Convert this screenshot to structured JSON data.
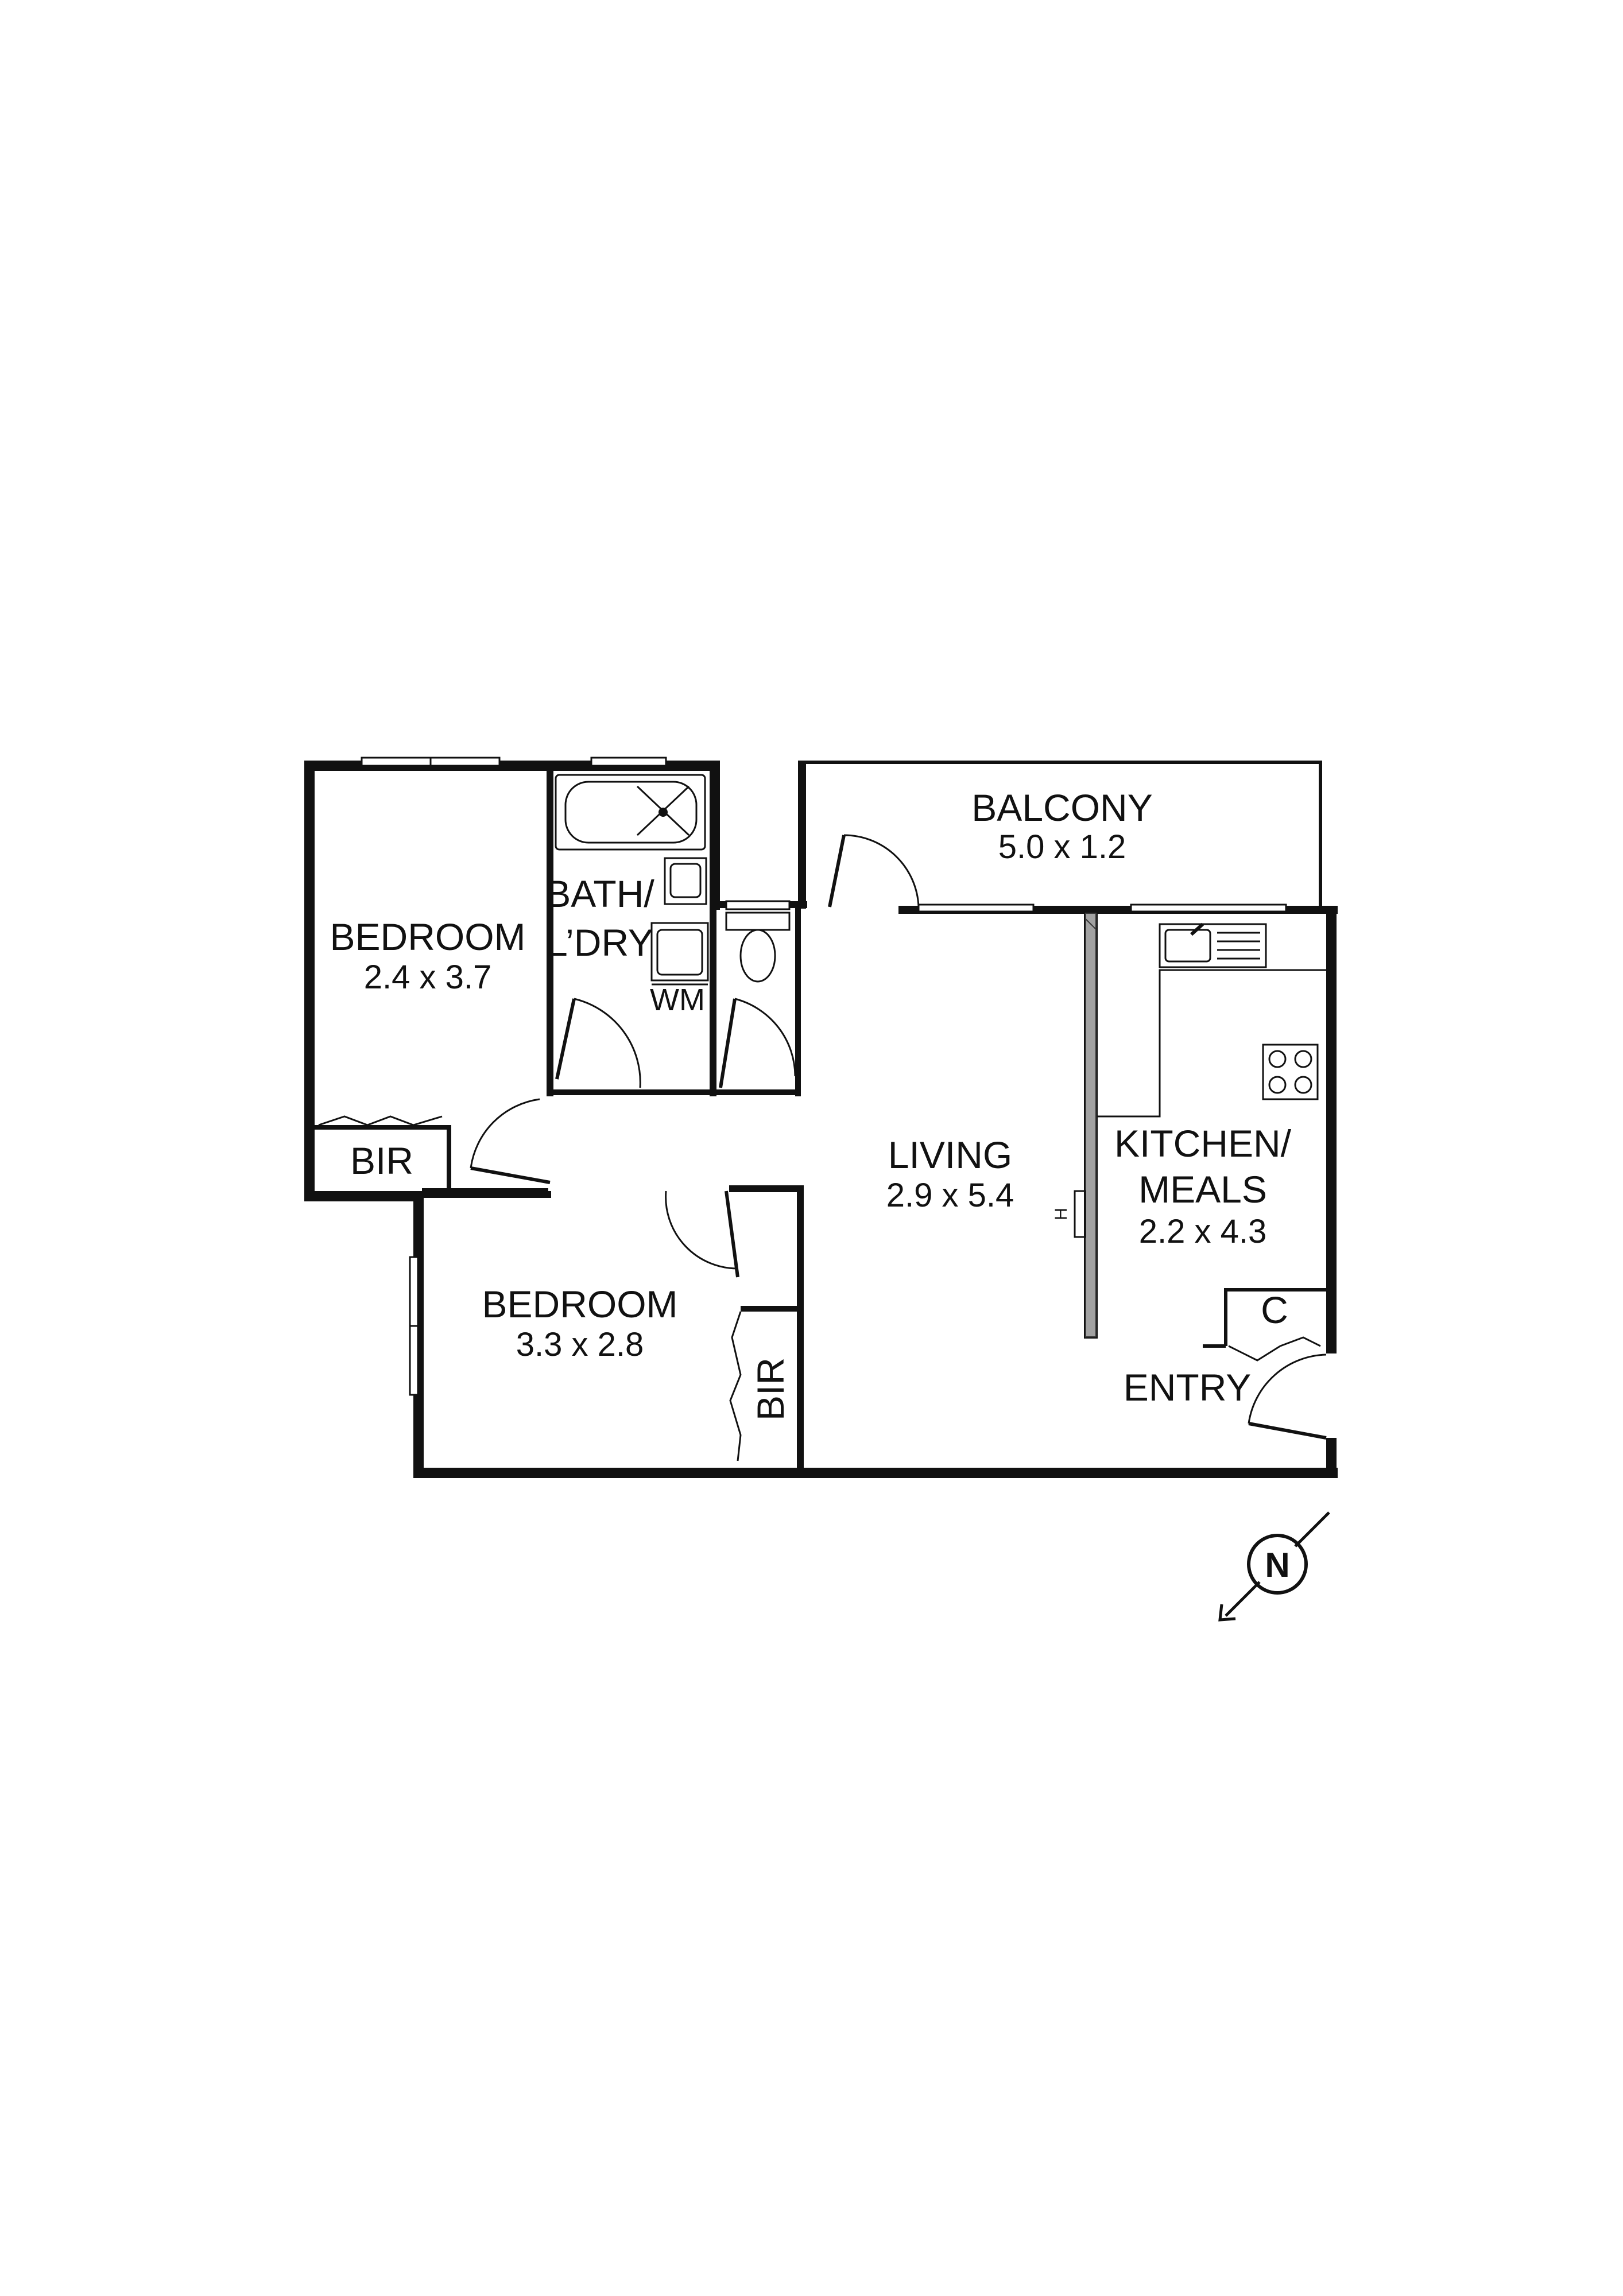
{
  "rooms": {
    "bedroom1": {
      "name": "BEDROOM",
      "dims": "2.4 x 3.7"
    },
    "bedroom2": {
      "name": "BEDROOM",
      "dims": "3.3 x 2.8"
    },
    "bath": {
      "name_line1": "BATH/",
      "name_line2": "L’DRY"
    },
    "wm": {
      "name": "WM"
    },
    "balcony": {
      "name": "BALCONY",
      "dims": "5.0 x 1.2"
    },
    "living": {
      "name": "LIVING",
      "dims": "2.9 x 5.4"
    },
    "kitchen": {
      "name_line1": "KITCHEN/",
      "name_line2": "MEALS",
      "dims": "2.2 x 4.3"
    },
    "bir1": {
      "name": "BIR"
    },
    "bir2": {
      "name": "BIR"
    },
    "cupboard": {
      "name": "C"
    },
    "entry": {
      "name": "ENTRY"
    },
    "heater": {
      "name": "H"
    }
  },
  "compass": {
    "label": "N"
  },
  "colors": {
    "wall": "#111111",
    "background": "#ffffff"
  }
}
